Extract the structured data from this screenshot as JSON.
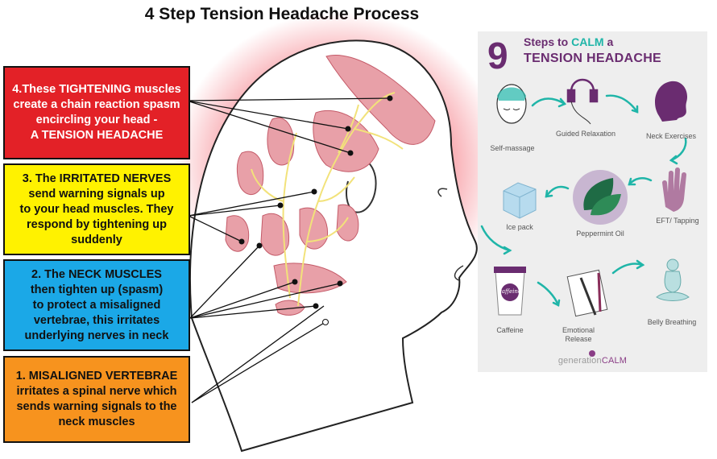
{
  "title": "4 Step Tension Headache Process",
  "steps": [
    {
      "lines": [
        "4.These TIGHTENING muscles",
        "create a chain reaction spasm",
        "encircling your head -",
        "A TENSION HEADACHE"
      ]
    },
    {
      "lines": [
        "3. The IRRITATED NERVES",
        "send warning signals up",
        "to your head muscles. They",
        "respond by tightening up",
        "suddenly"
      ]
    },
    {
      "lines": [
        "2. The NECK MUSCLES",
        "then tighten up (spasm)",
        "to protect a misaligned",
        "vertebrae, this irritates",
        "underlying nerves in neck"
      ]
    },
    {
      "lines": [
        "1. MISALIGNED VERTEBRAE",
        "irritates a spinal nerve which",
        "sends warning signals to the",
        "neck muscles"
      ]
    }
  ],
  "colors": {
    "step4": "#e32127",
    "step3": "#fff200",
    "step2": "#1ba8e7",
    "step1": "#f7931e",
    "muscle": "#e8a0a8",
    "nerve": "#f2e27a",
    "brand_purple": "#6a2c70",
    "brand_teal": "#1fb5a8"
  },
  "panel": {
    "number": "9",
    "line1_prefix": "Steps to ",
    "line1_accent": "CALM",
    "line1_suffix": " a",
    "line2": "TENSION HEADACHE",
    "items": [
      {
        "label": "Self-massage",
        "icon": "face-towel-icon"
      },
      {
        "label": "Guided Relaxation",
        "icon": "headphones-icon"
      },
      {
        "label": "Neck Exercises",
        "icon": "head-profile-icon"
      },
      {
        "label": "EFT/ Tapping",
        "icon": "hand-icon"
      },
      {
        "label": "Peppermint Oil",
        "icon": "mint-leaf-icon"
      },
      {
        "label": "Ice pack",
        "icon": "ice-cube-icon"
      },
      {
        "label": "Caffeine",
        "icon": "coffee-cup-icon"
      },
      {
        "label": "Emotional Release",
        "icon": "notebook-pen-icon"
      },
      {
        "label": "Belly Breathing",
        "icon": "meditation-icon"
      }
    ],
    "cup_text": "caffeine",
    "brand_prefix": "generation",
    "brand_suffix": "CALM"
  }
}
